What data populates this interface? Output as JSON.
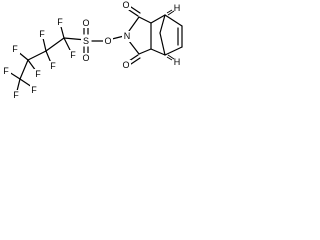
{
  "molecule": {
    "atoms": {
      "fluorine": "F",
      "sulfur": "S",
      "oxygen": "O",
      "nitrogen": "N",
      "hydrogen": "H"
    },
    "colors": {
      "bond": "#000000",
      "label": "#000000",
      "background": "#ffffff"
    }
  }
}
